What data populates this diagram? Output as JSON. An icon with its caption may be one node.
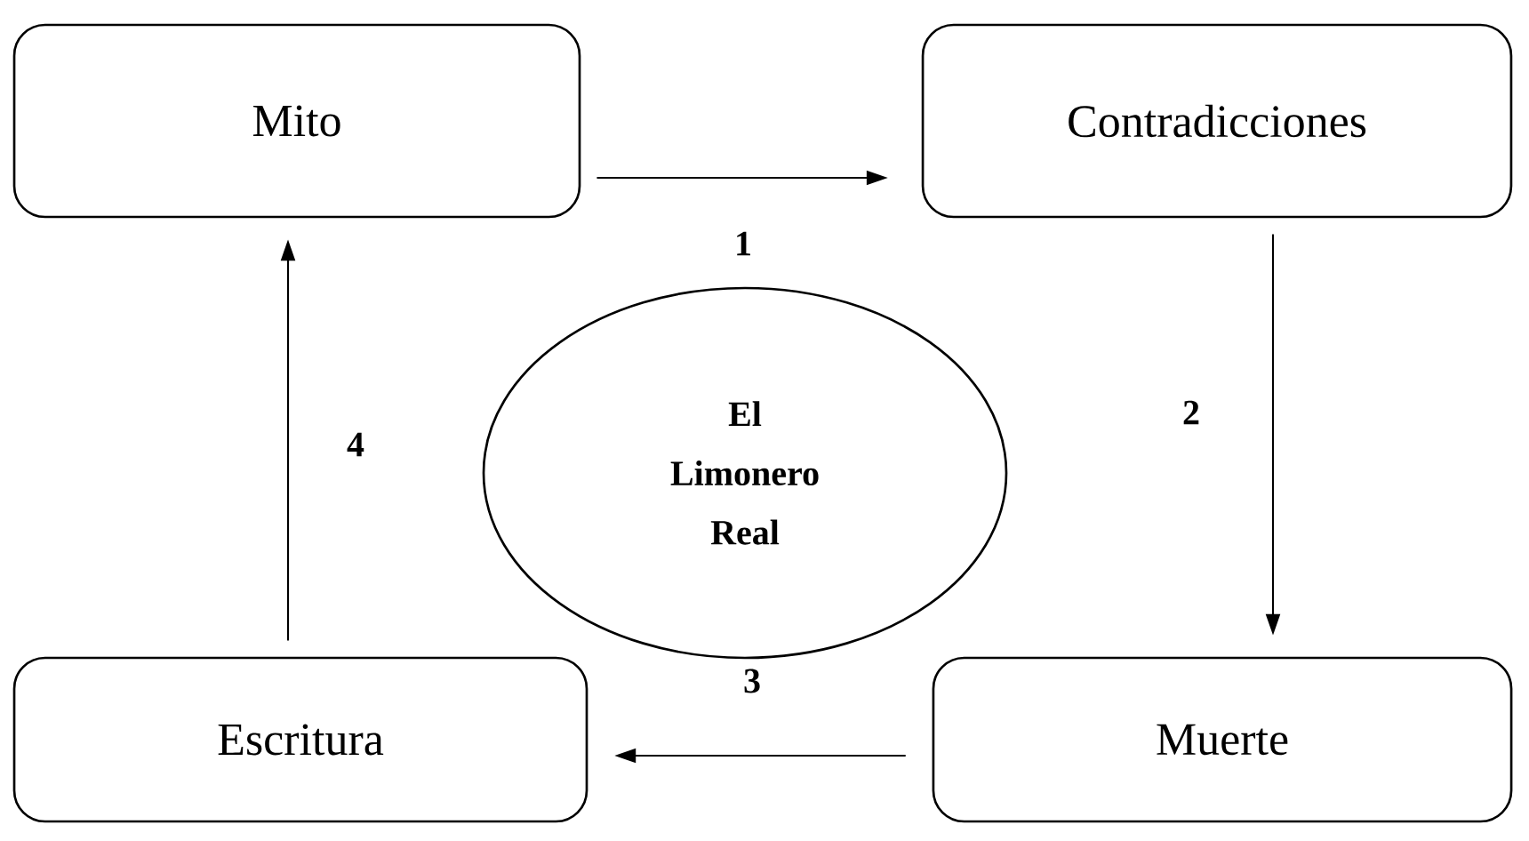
{
  "diagram": {
    "nodes": [
      {
        "text": [
          "Mito"
        ]
      },
      {
        "text": [
          "Contradicciones"
        ]
      },
      {
        "text": [
          "Muerte"
        ]
      },
      {
        "text": [
          "Escritura"
        ]
      },
      {
        "text": [
          "El Limonero Real"
        ]
      }
    ],
    "edges": [
      {
        "from": 0,
        "to": 1,
        "arrow": "to",
        "label": "1"
      },
      {
        "from": 1,
        "to": 2,
        "arrow": "to",
        "label": "2"
      },
      {
        "from": 2,
        "to": 3,
        "arrow": "to",
        "label": "3"
      },
      {
        "from": 3,
        "to": 0,
        "arrow": "to",
        "label": "4"
      }
    ]
  }
}
